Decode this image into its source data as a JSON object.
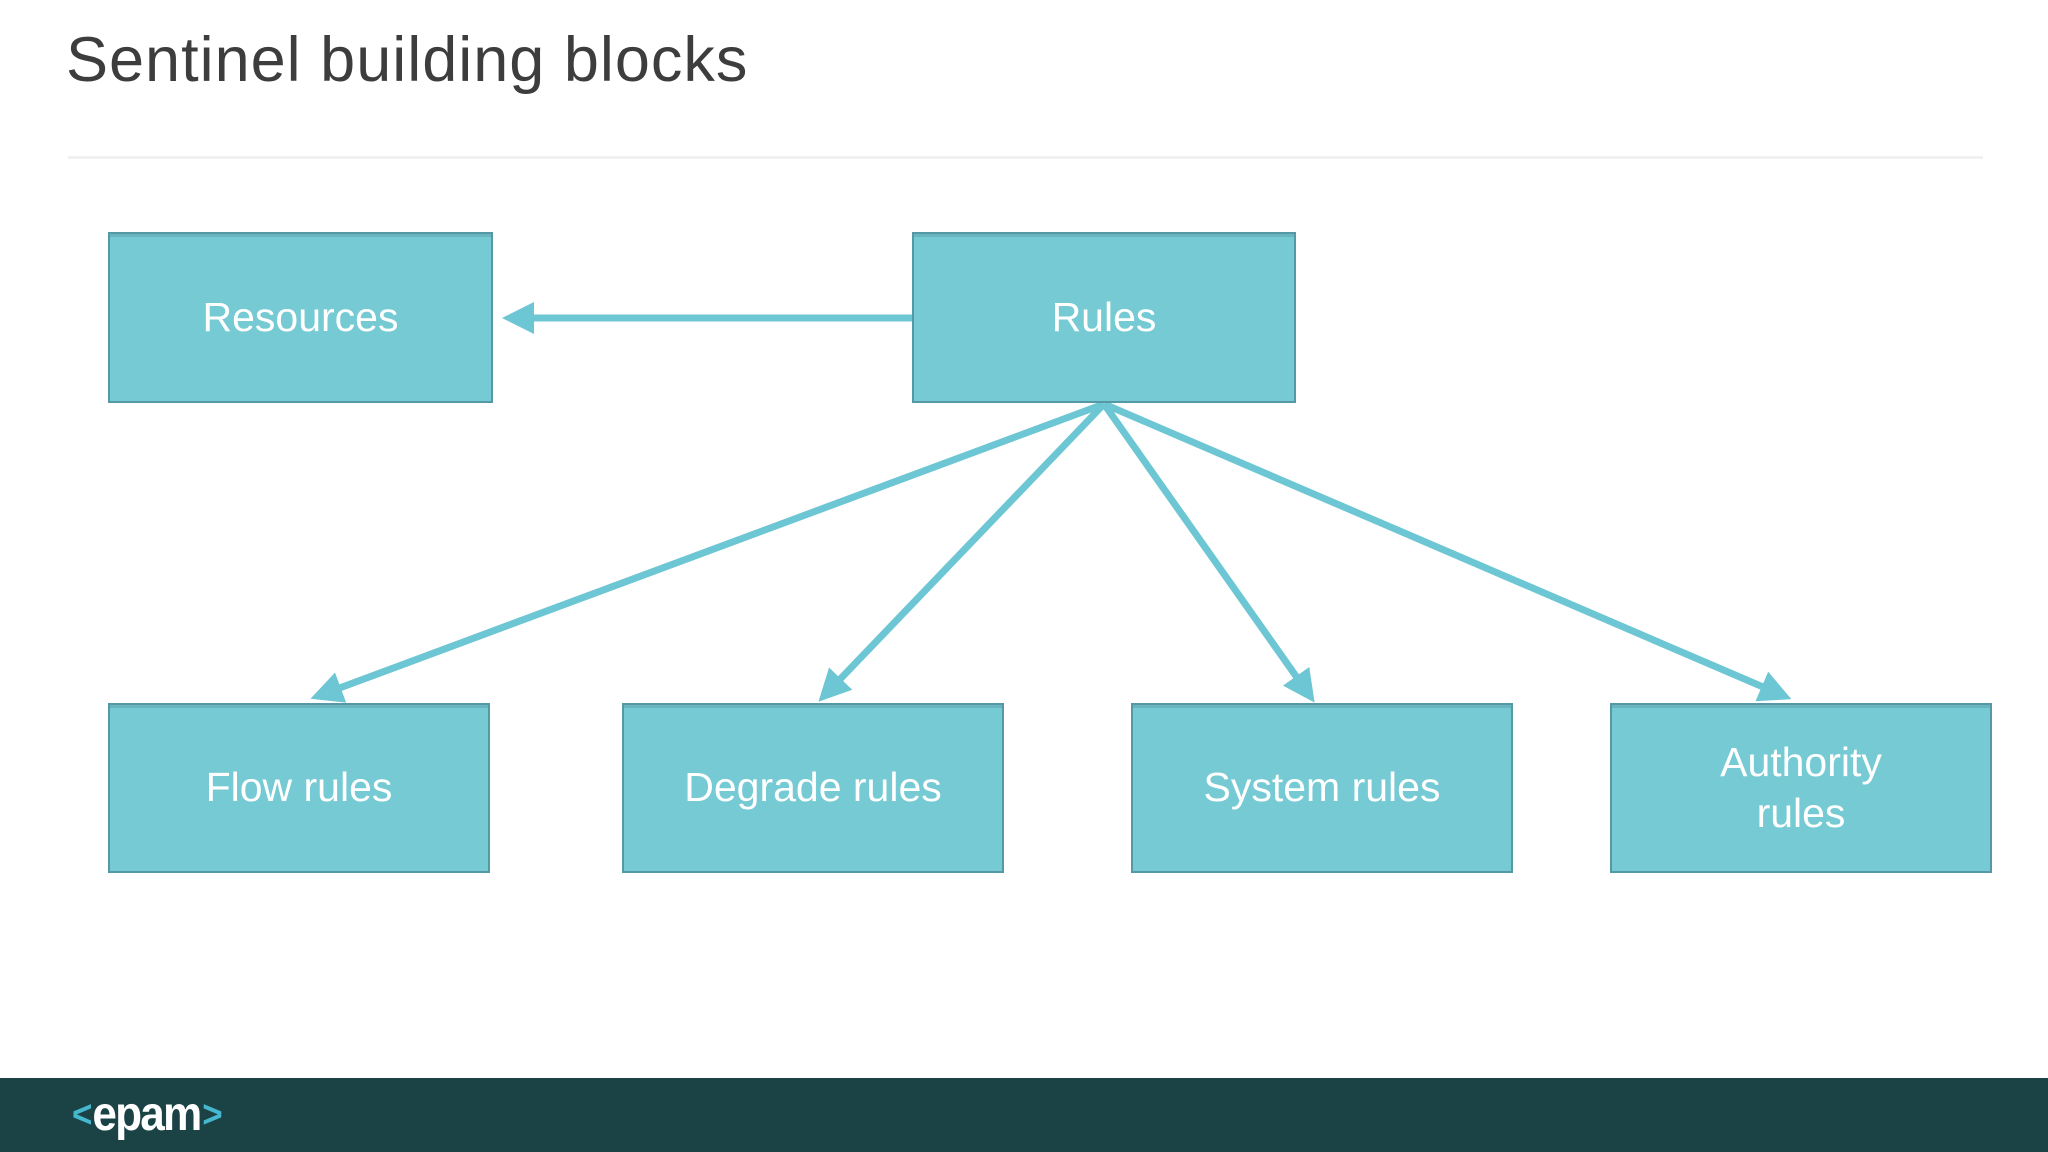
{
  "slide": {
    "title": "Sentinel building blocks"
  },
  "diagram": {
    "nodes": {
      "resources": {
        "label": "Resources"
      },
      "rules": {
        "label": "Rules"
      },
      "flow": {
        "label": "Flow rules"
      },
      "degrade": {
        "label": "Degrade rules"
      },
      "system": {
        "label": "System rules"
      },
      "authority": {
        "label": "Authority rules"
      }
    },
    "edges": [
      {
        "from": "rules",
        "to": "resources"
      },
      {
        "from": "rules",
        "to": "flow"
      },
      {
        "from": "rules",
        "to": "degrade"
      },
      {
        "from": "rules",
        "to": "system"
      },
      {
        "from": "rules",
        "to": "authority"
      }
    ],
    "colors": {
      "node_fill": "#75CAD4",
      "node_border": "#5699A6",
      "node_text": "#FFFFFF",
      "arrow": "#6CC6D3"
    }
  },
  "footer": {
    "bar_color": "#1B4245",
    "bracket_color": "#45B8CF",
    "logo_text_color": "#FFFFFF",
    "logo": {
      "left_bracket": "<",
      "text": "epam",
      "right_bracket": ">"
    }
  }
}
